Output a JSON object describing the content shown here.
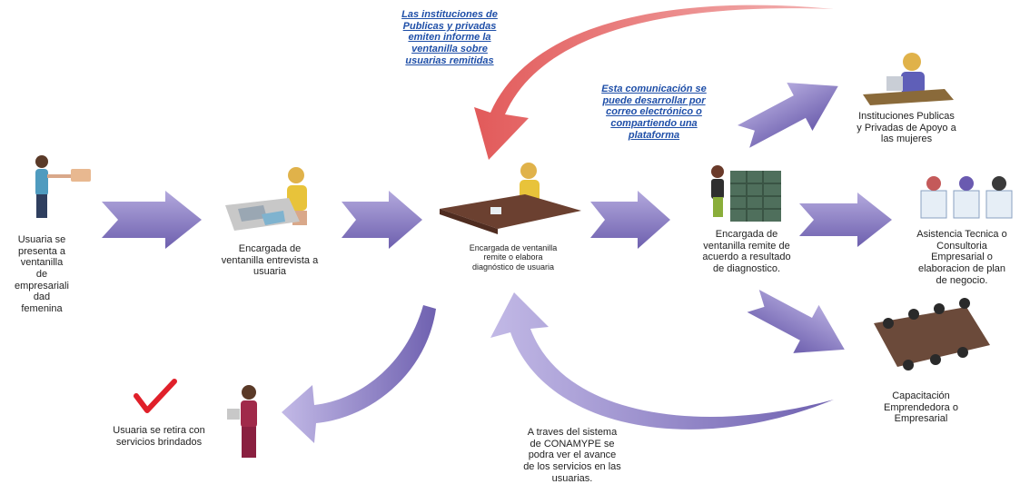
{
  "colors": {
    "arrow_purple": "#7d6fb8",
    "arrow_red": "#e06b6b",
    "note_blue": "#1f4fa8",
    "check_red": "#e0202a"
  },
  "steps": {
    "usuaria": "Usuaria se\npresenta a\nventanilla de\nempresariali\ndad\nfemenina",
    "entrevista": "Encargada de\nventanilla entrevista a\nusuaria",
    "diagnostico": "Encargada de ventanilla\nremite o elabora\ndiagnóstico de usuaria",
    "remite": "Encargada de\nventanilla remite de\nacuerdo a resultado\nde diagnostico.",
    "instituciones": "Instituciones Publicas\ny Privadas de Apoyo a\nlas mujeres",
    "asistencia": "Asistencia Tecnica o\nConsultoria\nEmpresarial o\nelaboracion de plan\nde negocio.",
    "capacitacion": "Capacitación\nEmprendedora o\nEmpresarial",
    "retira": "Usuaria se retira con\nservicios brindados"
  },
  "notes": {
    "informe": "Las instituciones de\nPublicas y privadas\nemiten informe la\nventanilla sobre\nusuarias remitidas",
    "comunicacion": "Esta comunicación se\npuede desarrollar por\ncorreo electrónico o\ncompartiendo una\nplataforma",
    "conamype": "A traves del sistema\nde CONAMYPE se\npodra ver el avance\nde los servicios en las\nusuarias."
  },
  "icons": {
    "woman_standing": "woman-standing-icon",
    "woman_desk": "woman-at-desk-icon",
    "woman_computer": "woman-at-computer-icon",
    "woman_cabinet": "woman-with-file-cabinet-icon",
    "profiles": "staff-profiles-icon",
    "meeting": "meeting-table-icon",
    "check": "checkmark-icon",
    "woman_leaving": "woman-with-bag-icon"
  }
}
